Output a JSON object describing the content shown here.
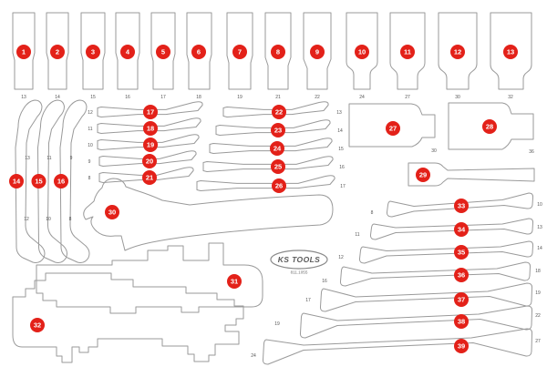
{
  "palette": {
    "marker_red": "#e32119",
    "line_gray": "#9a9a9a",
    "label_gray": "#555555"
  },
  "logo": {
    "brand": "KS TOOLS",
    "part_number": "811.1055"
  },
  "markers": [
    "1",
    "2",
    "3",
    "4",
    "5",
    "6",
    "7",
    "8",
    "9",
    "10",
    "11",
    "12",
    "13",
    "14",
    "15",
    "16",
    "17",
    "18",
    "19",
    "20",
    "21",
    "22",
    "23",
    "24",
    "25",
    "26",
    "27",
    "28",
    "29",
    "30",
    "31",
    "32",
    "33",
    "34",
    "35",
    "36",
    "37",
    "38",
    "39"
  ],
  "sizes": {
    "top": [
      "13",
      "14",
      "15",
      "16",
      "17",
      "18",
      "19",
      "21",
      "22",
      "24",
      "27",
      "30",
      "32"
    ],
    "bent_top": [
      "13",
      "11",
      "9"
    ],
    "bent_bottom": [
      "12",
      "10",
      "8"
    ],
    "left_col": [
      "12",
      "11",
      "10",
      "9",
      "8"
    ],
    "mid_col": [
      "13",
      "14",
      "15",
      "16",
      "17"
    ],
    "blocks": [
      "30",
      "36"
    ],
    "right_left": [
      "8",
      "11",
      "12",
      "16",
      "17",
      "19",
      "24"
    ],
    "right_right": [
      "10",
      "13",
      "14",
      "18",
      "19",
      "22",
      "27"
    ]
  }
}
